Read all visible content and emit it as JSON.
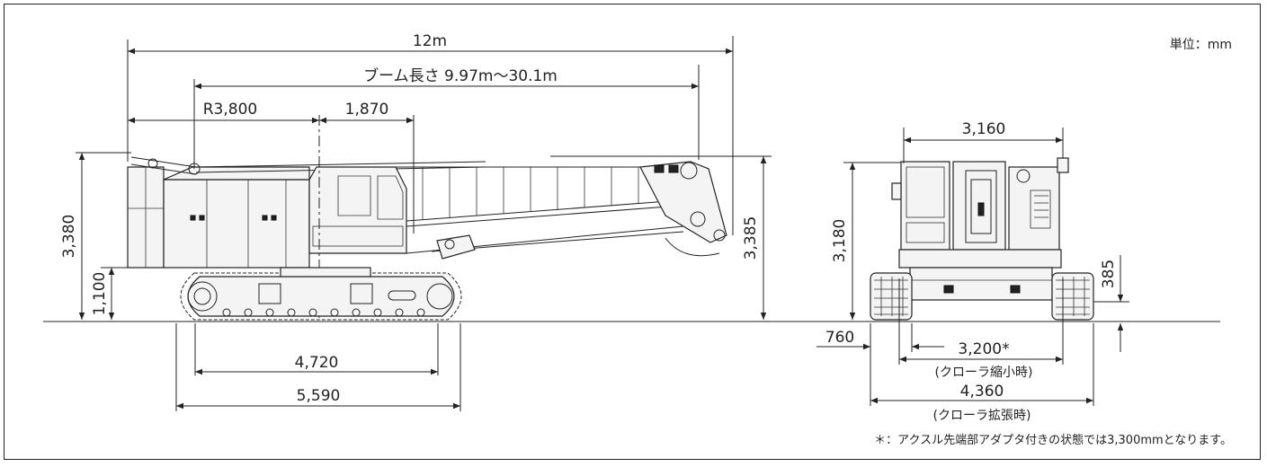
{
  "unit_label": "単位：mm",
  "side_view": {
    "overall_length": "12m",
    "boom_length": "ブーム長さ 9.97m〜30.1m",
    "tail_radius": "R3,800",
    "front_offset": "1,870",
    "overall_height": "3,380",
    "boom_height": "3,385",
    "ground_clearance": "1,100",
    "tumbler_distance": "4,720",
    "crawler_length": "5,590"
  },
  "front_view": {
    "top_width": "3,160",
    "height": "3,180",
    "crawler_height": "385",
    "shoe_width": "760",
    "retracted_width": "3,200*",
    "retracted_label": "(クローラ縮小時)",
    "extended_width": "4,360",
    "extended_label": "(クローラ拡張時)"
  },
  "footnote": "＊：アクスル先端部アダプタ付きの状態では3,300mmとなります。"
}
